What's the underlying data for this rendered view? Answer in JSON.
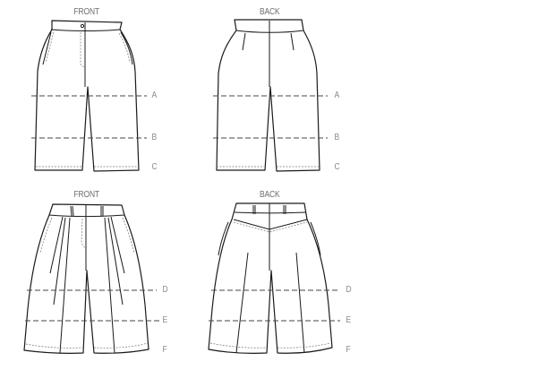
{
  "views": [
    {
      "id": "shorts-1-front",
      "title": "FRONT",
      "length_lines": [
        "A",
        "B",
        "C"
      ]
    },
    {
      "id": "shorts-1-back",
      "title": "BACK",
      "length_lines": [
        "A",
        "B",
        "C"
      ]
    },
    {
      "id": "shorts-2-front",
      "title": "FRONT",
      "length_lines": [
        "D",
        "E",
        "F"
      ]
    },
    {
      "id": "shorts-2-back",
      "title": "BACK",
      "length_lines": [
        "D",
        "E",
        "F"
      ]
    }
  ],
  "colors": {
    "outline": "#1a1a1a",
    "label": "#6e6e6e",
    "background": "#ffffff"
  }
}
